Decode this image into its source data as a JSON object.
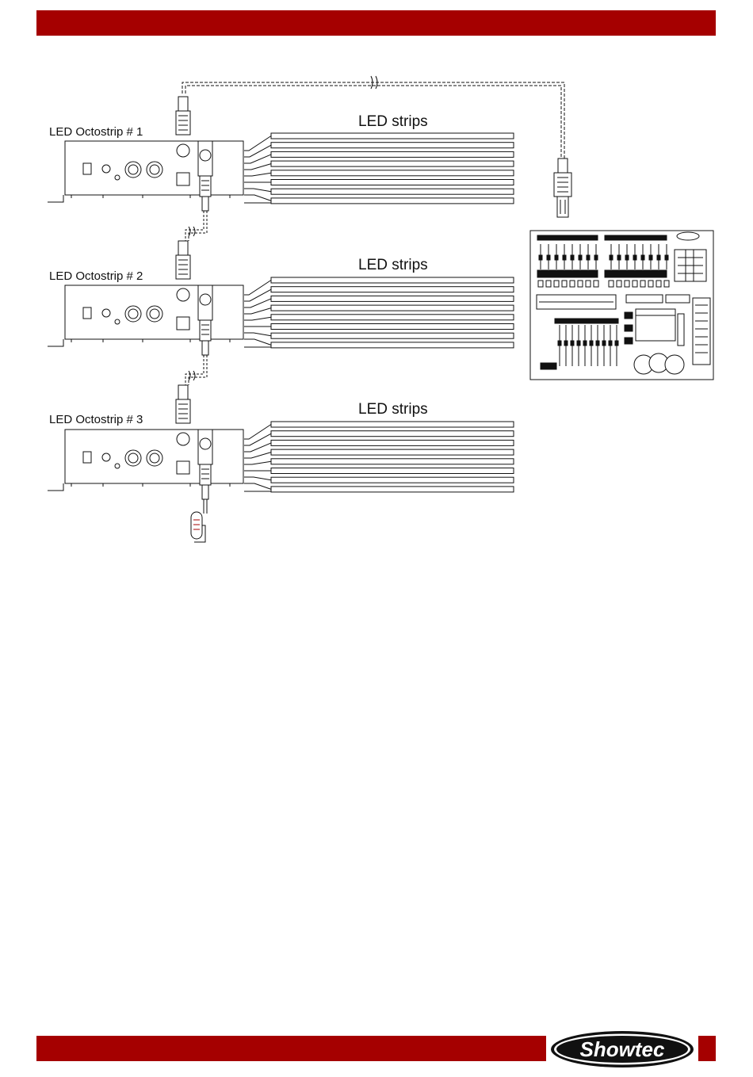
{
  "colors": {
    "brand_red": "#a50000",
    "line": "#111111",
    "background": "#ffffff"
  },
  "units": [
    {
      "label": "LED Octostrip # 1",
      "strips_label": "LED strips"
    },
    {
      "label": "LED Octostrip # 2",
      "strips_label": "LED strips"
    },
    {
      "label": "LED Octostrip # 3",
      "strips_label": "LED strips"
    }
  ],
  "footer": {
    "brand": "Showtec"
  },
  "icons": [
    "xlr-connector-icon",
    "terminator-icon",
    "dmx-controller-icon",
    "showtec-logo"
  ]
}
